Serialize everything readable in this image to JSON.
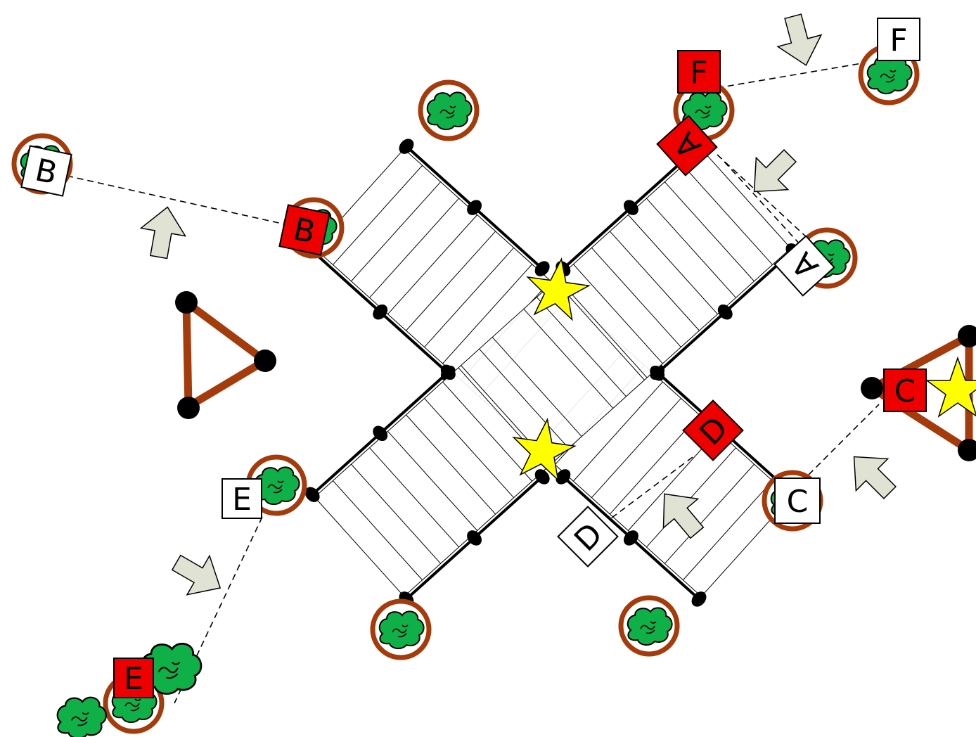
{
  "colors": {
    "planter_ring": "#a53a0a",
    "bush": "#0fb048",
    "red_tag": "#ee0000",
    "white_tag": "#ffffff",
    "star": "#ffff00",
    "arrow": "#e0e2d4",
    "post": "#000000"
  },
  "icons": [
    "planter-icon",
    "bush-icon",
    "star-icon",
    "arrow-icon",
    "equipment-triangle-icon"
  ],
  "station_labels": {
    "A_red": "A",
    "A_white": "A",
    "B_red": "B",
    "B_white": "B",
    "C_red": "C",
    "C_white": "C",
    "D_red": "D",
    "D_white": "D",
    "E_red": "E",
    "E_white": "E",
    "F_red": "F",
    "F_white": "F"
  }
}
